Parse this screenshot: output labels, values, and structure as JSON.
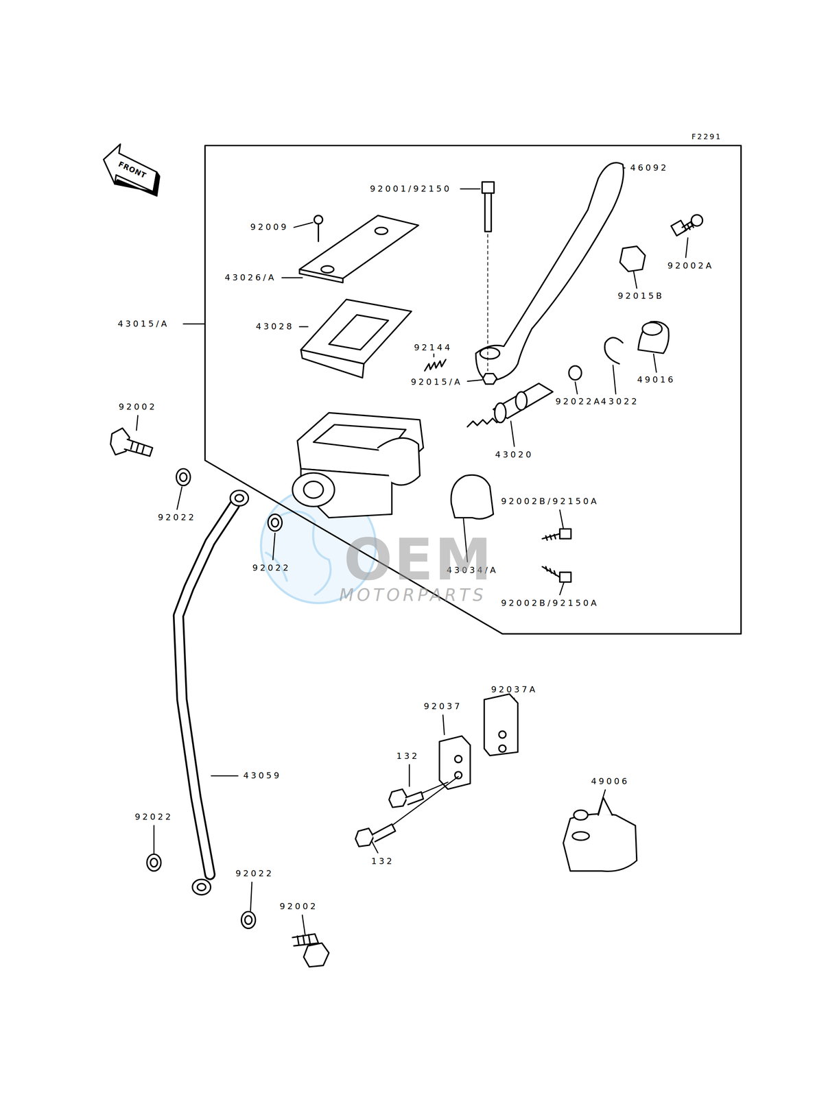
{
  "diagram": {
    "labels": [
      "F2291",
      "FRONT",
      "92001/92150",
      "46092",
      "92009",
      "92002A",
      "43026/A",
      "92015B",
      "92144",
      "43015/A",
      "43028",
      "92015/A",
      "49016",
      "43022",
      "92022A",
      "92002",
      "43020",
      "92002B/92150A",
      "92022",
      "92022",
      "43034/A",
      "92002B/92150A",
      "92037A",
      "92037",
      "132",
      "43059",
      "49006",
      "92022",
      "132",
      "92022",
      "92002",
      "OEM",
      "MOTORPARTS"
    ]
  }
}
